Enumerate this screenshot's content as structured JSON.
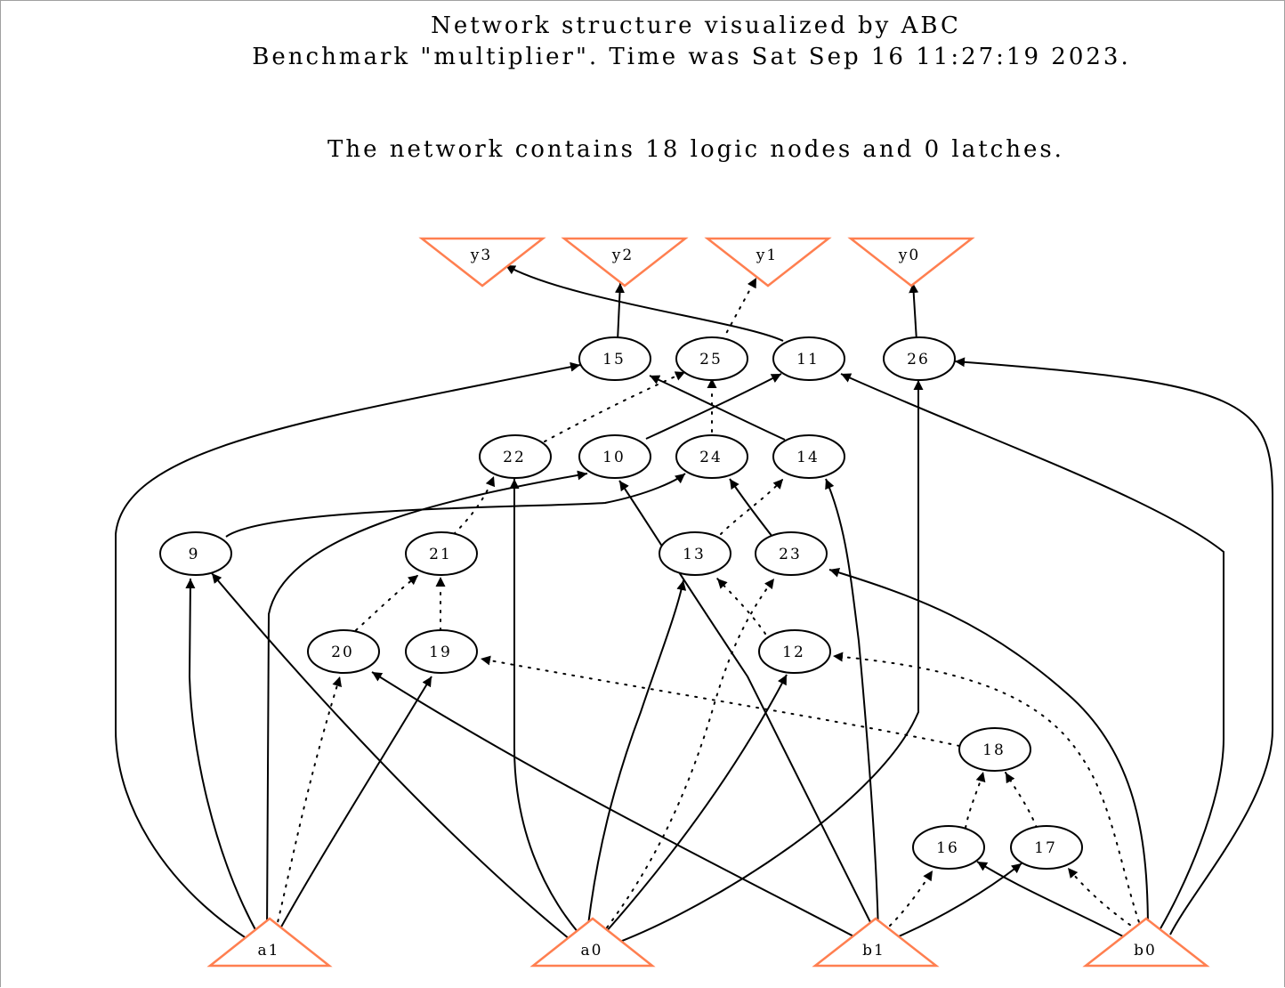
{
  "header": {
    "title_line1": "Network structure visualized by ABC",
    "title_line2": "Benchmark \"multiplier\". Time was Sat Sep 16 11:27:19 2023.",
    "summary": "The network contains 18 logic nodes and 0 latches."
  },
  "colors": {
    "io_outline": "#ff7f50",
    "node_outline": "#000000",
    "edge": "#000000"
  },
  "nodes": {
    "outputs": [
      {
        "id": "y3",
        "label": "y3",
        "shape": "inverted-triangle"
      },
      {
        "id": "y2",
        "label": "y2",
        "shape": "inverted-triangle"
      },
      {
        "id": "y1",
        "label": "y1",
        "shape": "inverted-triangle"
      },
      {
        "id": "y0",
        "label": "y0",
        "shape": "inverted-triangle"
      }
    ],
    "inputs": [
      {
        "id": "a1",
        "label": "a1",
        "shape": "triangle"
      },
      {
        "id": "a0",
        "label": "a0",
        "shape": "triangle"
      },
      {
        "id": "b1",
        "label": "b1",
        "shape": "triangle"
      },
      {
        "id": "b0",
        "label": "b0",
        "shape": "triangle"
      }
    ],
    "logic": [
      {
        "id": "n9",
        "label": "9"
      },
      {
        "id": "n10",
        "label": "10"
      },
      {
        "id": "n11",
        "label": "11"
      },
      {
        "id": "n12",
        "label": "12"
      },
      {
        "id": "n13",
        "label": "13"
      },
      {
        "id": "n14",
        "label": "14"
      },
      {
        "id": "n15",
        "label": "15"
      },
      {
        "id": "n16",
        "label": "16"
      },
      {
        "id": "n17",
        "label": "17"
      },
      {
        "id": "n18",
        "label": "18"
      },
      {
        "id": "n19",
        "label": "19"
      },
      {
        "id": "n20",
        "label": "20"
      },
      {
        "id": "n21",
        "label": "21"
      },
      {
        "id": "n22",
        "label": "22"
      },
      {
        "id": "n23",
        "label": "23"
      },
      {
        "id": "n24",
        "label": "24"
      },
      {
        "id": "n25",
        "label": "25"
      },
      {
        "id": "n26",
        "label": "26"
      }
    ]
  },
  "edges": [
    {
      "from": "n11",
      "to": "y3",
      "style": "solid"
    },
    {
      "from": "n15",
      "to": "y2",
      "style": "solid"
    },
    {
      "from": "n25",
      "to": "y1",
      "style": "dotted"
    },
    {
      "from": "n26",
      "to": "y0",
      "style": "solid"
    },
    {
      "from": "a1",
      "to": "n15",
      "style": "solid"
    },
    {
      "from": "n14",
      "to": "n15",
      "style": "solid"
    },
    {
      "from": "n22",
      "to": "n25",
      "style": "dotted"
    },
    {
      "from": "n24",
      "to": "n25",
      "style": "dotted"
    },
    {
      "from": "n10",
      "to": "n11",
      "style": "solid"
    },
    {
      "from": "b0",
      "to": "n11",
      "style": "solid"
    },
    {
      "from": "a0",
      "to": "n26",
      "style": "solid"
    },
    {
      "from": "b0",
      "to": "n26",
      "style": "solid"
    },
    {
      "from": "n21",
      "to": "n22",
      "style": "dotted"
    },
    {
      "from": "a0",
      "to": "n22",
      "style": "solid"
    },
    {
      "from": "a1",
      "to": "n10",
      "style": "solid"
    },
    {
      "from": "b1",
      "to": "n10",
      "style": "solid"
    },
    {
      "from": "n9",
      "to": "n24",
      "style": "solid"
    },
    {
      "from": "n23",
      "to": "n24",
      "style": "solid"
    },
    {
      "from": "n13",
      "to": "n14",
      "style": "dotted"
    },
    {
      "from": "b1",
      "to": "n14",
      "style": "solid"
    },
    {
      "from": "a1",
      "to": "n9",
      "style": "solid"
    },
    {
      "from": "a0",
      "to": "n9",
      "style": "solid"
    },
    {
      "from": "n20",
      "to": "n21",
      "style": "dotted"
    },
    {
      "from": "n19",
      "to": "n21",
      "style": "dotted"
    },
    {
      "from": "a0",
      "to": "n13",
      "style": "solid"
    },
    {
      "from": "n12",
      "to": "n13",
      "style": "dotted"
    },
    {
      "from": "a0",
      "to": "n23",
      "style": "dotted"
    },
    {
      "from": "b0",
      "to": "n23",
      "style": "solid"
    },
    {
      "from": "a1",
      "to": "n20",
      "style": "dotted"
    },
    {
      "from": "b1",
      "to": "n20",
      "style": "solid"
    },
    {
      "from": "a1",
      "to": "n19",
      "style": "solid"
    },
    {
      "from": "n18",
      "to": "n19",
      "style": "dotted"
    },
    {
      "from": "a0",
      "to": "n12",
      "style": "solid"
    },
    {
      "from": "b0",
      "to": "n12",
      "style": "dotted"
    },
    {
      "from": "n16",
      "to": "n18",
      "style": "dotted"
    },
    {
      "from": "n17",
      "to": "n18",
      "style": "dotted"
    },
    {
      "from": "b1",
      "to": "n16",
      "style": "dotted"
    },
    {
      "from": "b0",
      "to": "n16",
      "style": "solid"
    },
    {
      "from": "b1",
      "to": "n17",
      "style": "solid"
    },
    {
      "from": "b0",
      "to": "n17",
      "style": "dotted"
    }
  ]
}
